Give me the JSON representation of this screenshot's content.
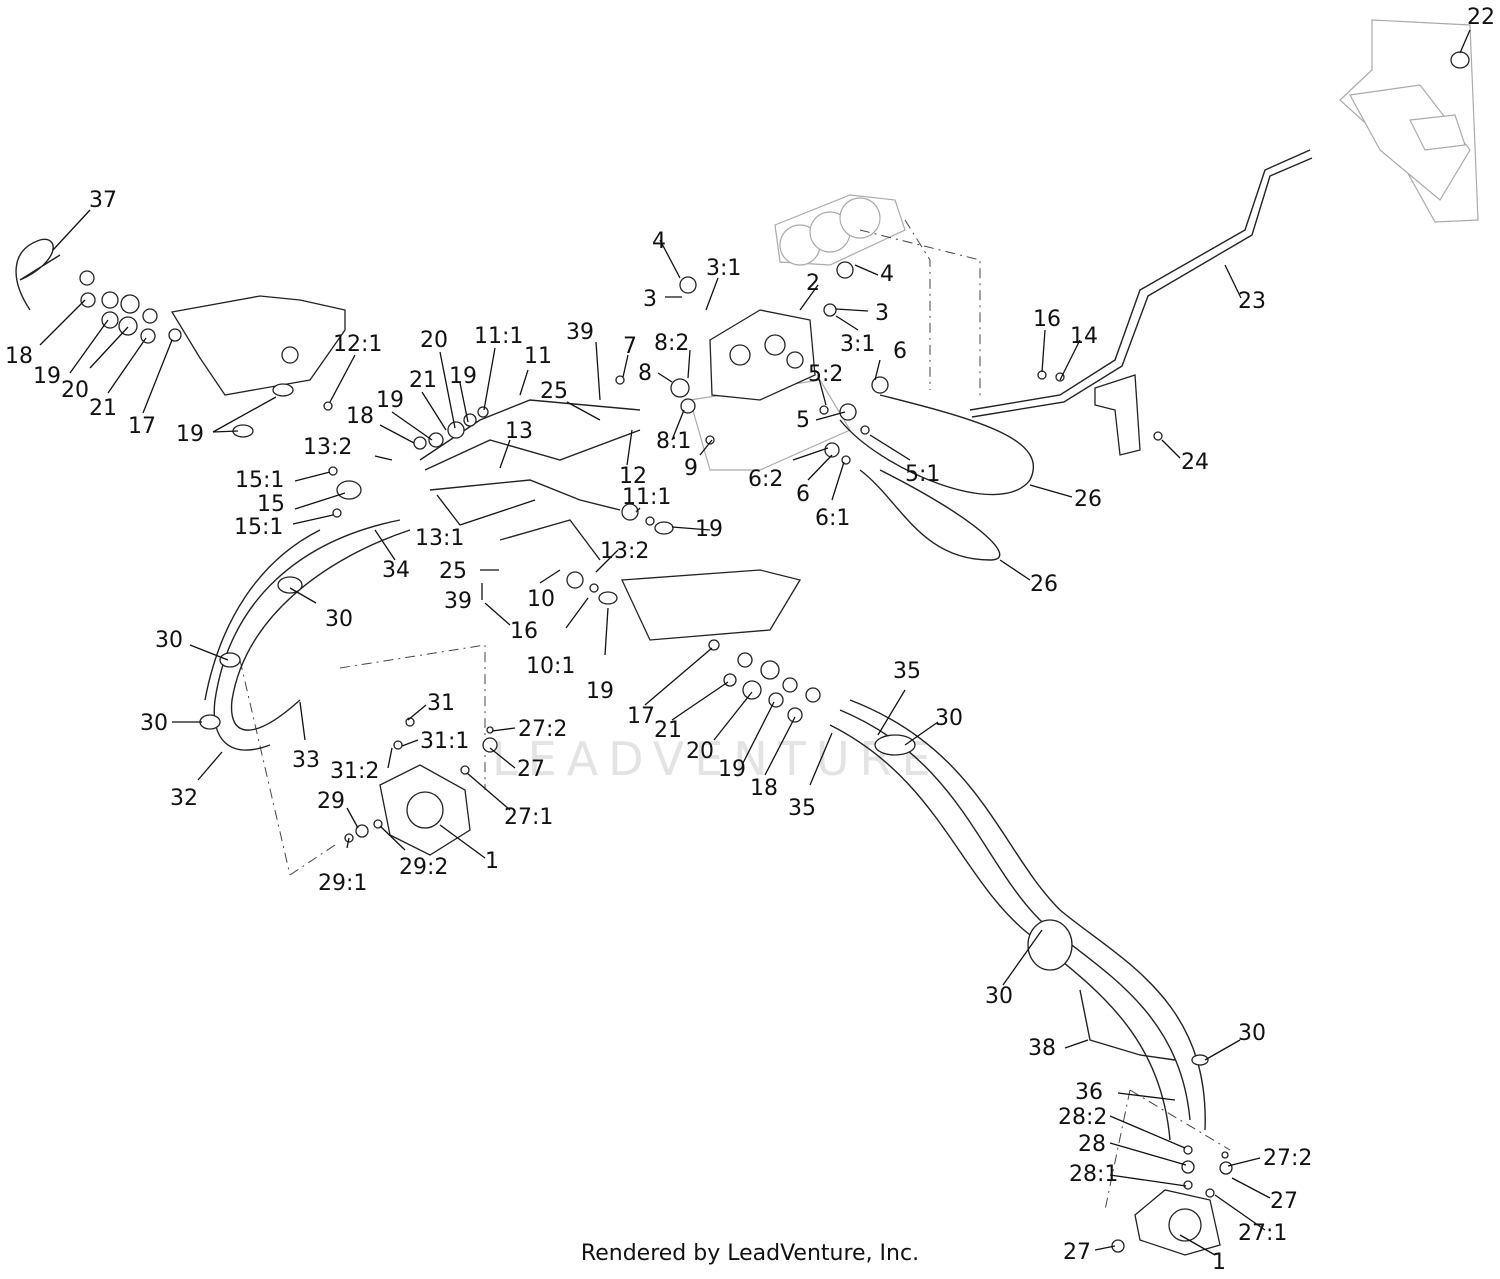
{
  "footer": "Rendered by LeadVenture, Inc.",
  "watermark": "LEADVENTURE",
  "callouts": [
    {
      "text": "37"
    },
    {
      "text": "18"
    },
    {
      "text": "19"
    },
    {
      "text": "20"
    },
    {
      "text": "21"
    },
    {
      "text": "17"
    },
    {
      "text": "19"
    },
    {
      "text": "12:1"
    },
    {
      "text": "18"
    },
    {
      "text": "19"
    },
    {
      "text": "21"
    },
    {
      "text": "20"
    },
    {
      "text": "19"
    },
    {
      "text": "11:1"
    },
    {
      "text": "11"
    },
    {
      "text": "39"
    },
    {
      "text": "25"
    },
    {
      "text": "7"
    },
    {
      "text": "13:2"
    },
    {
      "text": "13"
    },
    {
      "text": "15:1"
    },
    {
      "text": "15"
    },
    {
      "text": "15:1"
    },
    {
      "text": "13:1"
    },
    {
      "text": "34"
    },
    {
      "text": "25"
    },
    {
      "text": "39"
    },
    {
      "text": "16"
    },
    {
      "text": "10"
    },
    {
      "text": "13:2"
    },
    {
      "text": "10:1"
    },
    {
      "text": "19"
    },
    {
      "text": "11:1"
    },
    {
      "text": "19"
    },
    {
      "text": "12"
    },
    {
      "text": "9"
    },
    {
      "text": "8"
    },
    {
      "text": "8:2"
    },
    {
      "text": "8:1"
    },
    {
      "text": "4"
    },
    {
      "text": "3"
    },
    {
      "text": "3:1"
    },
    {
      "text": "2"
    },
    {
      "text": "4"
    },
    {
      "text": "3"
    },
    {
      "text": "3:1"
    },
    {
      "text": "6"
    },
    {
      "text": "5:2"
    },
    {
      "text": "5"
    },
    {
      "text": "6:2"
    },
    {
      "text": "6"
    },
    {
      "text": "6:1"
    },
    {
      "text": "5:1"
    },
    {
      "text": "26"
    },
    {
      "text": "26"
    },
    {
      "text": "16"
    },
    {
      "text": "14"
    },
    {
      "text": "23"
    },
    {
      "text": "22"
    },
    {
      "text": "24"
    },
    {
      "text": "30"
    },
    {
      "text": "30"
    },
    {
      "text": "30"
    },
    {
      "text": "32"
    },
    {
      "text": "33"
    },
    {
      "text": "31"
    },
    {
      "text": "31:1"
    },
    {
      "text": "31:2"
    },
    {
      "text": "27:2"
    },
    {
      "text": "27"
    },
    {
      "text": "27:1"
    },
    {
      "text": "29"
    },
    {
      "text": "29:1"
    },
    {
      "text": "29:2"
    },
    {
      "text": "1"
    },
    {
      "text": "17"
    },
    {
      "text": "21"
    },
    {
      "text": "20"
    },
    {
      "text": "19"
    },
    {
      "text": "18"
    },
    {
      "text": "35"
    },
    {
      "text": "30"
    },
    {
      "text": "35"
    },
    {
      "text": "30"
    },
    {
      "text": "38"
    },
    {
      "text": "30"
    },
    {
      "text": "36"
    },
    {
      "text": "28:2"
    },
    {
      "text": "28"
    },
    {
      "text": "28:1"
    },
    {
      "text": "27:2"
    },
    {
      "text": "27"
    },
    {
      "text": "27:1"
    },
    {
      "text": "27"
    },
    {
      "text": "1"
    }
  ]
}
